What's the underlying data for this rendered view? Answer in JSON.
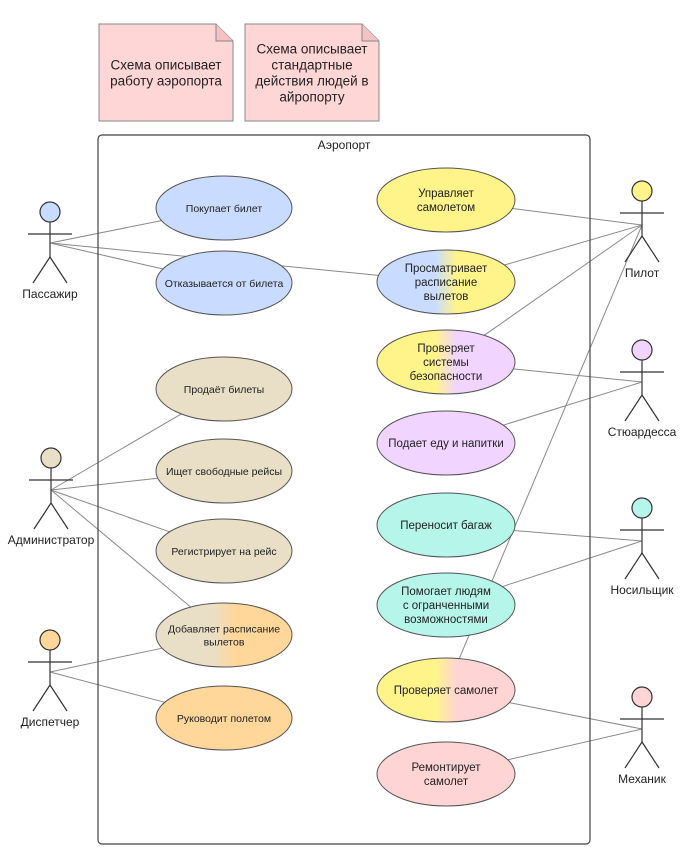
{
  "notes": [
    {
      "id": "note-1",
      "lines": [
        "Схема описывает",
        "работу аэропорта"
      ]
    },
    {
      "id": "note-2",
      "lines": [
        "Схема описывает",
        "стандартные",
        "действия людей в",
        "айропорту"
      ]
    }
  ],
  "system": {
    "title": "Аэропорт"
  },
  "actors": [
    {
      "id": "passenger",
      "label": "Пассажир",
      "color": "#c9dcff"
    },
    {
      "id": "admin",
      "label": "Администратор",
      "color": "#e8dfc6"
    },
    {
      "id": "dispatcher",
      "label": "Диспетчер",
      "color": "#ffd79a"
    },
    {
      "id": "pilot",
      "label": "Пилот",
      "color": "#fff48a"
    },
    {
      "id": "stewardess",
      "label": "Стюардесса",
      "color": "#f1d4ff"
    },
    {
      "id": "porter",
      "label": "Носильщик",
      "color": "#b6f5ea"
    },
    {
      "id": "mechanic",
      "label": "Механик",
      "color": "#ffd4d4"
    }
  ],
  "use_cases": [
    {
      "id": "buys-ticket",
      "lines": [
        "Покупает билет"
      ],
      "fill": [
        "#c9dcff"
      ]
    },
    {
      "id": "refunds-ticket",
      "lines": [
        "Отказывается от билета"
      ],
      "fill": [
        "#c9dcff"
      ]
    },
    {
      "id": "sells-tickets",
      "lines": [
        "Продаёт билеты"
      ],
      "fill": [
        "#e8dfc6"
      ]
    },
    {
      "id": "finds-flights",
      "lines": [
        "Ищет свободные рейсы"
      ],
      "fill": [
        "#e8dfc6"
      ]
    },
    {
      "id": "registers",
      "lines": [
        "Регистрирует на рейс"
      ],
      "fill": [
        "#e8dfc6"
      ]
    },
    {
      "id": "adds-schedule",
      "lines": [
        "Добавляет расписание",
        "вылетов"
      ],
      "fill": [
        "#e8dfc6",
        "#ffd79a"
      ]
    },
    {
      "id": "directs-flight",
      "lines": [
        "Руководит полетом"
      ],
      "fill": [
        "#ffd79a"
      ]
    },
    {
      "id": "flies-plane",
      "lines": [
        "Управляет",
        "самолетом"
      ],
      "fill": [
        "#fff48a"
      ]
    },
    {
      "id": "views-schedule",
      "lines": [
        "Просматривает",
        "расписание",
        "вылетов"
      ],
      "fill": [
        "#c9dcff",
        "#fff48a"
      ]
    },
    {
      "id": "checks-safety",
      "lines": [
        "Проверяет",
        "системы",
        "безопасности"
      ],
      "fill": [
        "#fff48a",
        "#f1d4ff"
      ]
    },
    {
      "id": "serves-food",
      "lines": [
        "Подает еду и напитки"
      ],
      "fill": [
        "#f1d4ff"
      ]
    },
    {
      "id": "carries-luggage",
      "lines": [
        "Переносит багаж"
      ],
      "fill": [
        "#b6f5ea"
      ]
    },
    {
      "id": "helps-disabled",
      "lines": [
        "Помогает людям",
        "с огранченными",
        "возможностями"
      ],
      "fill": [
        "#b6f5ea"
      ]
    },
    {
      "id": "checks-plane",
      "lines": [
        "Проверяет самолет"
      ],
      "fill": [
        "#fff48a",
        "#ffd4d4"
      ]
    },
    {
      "id": "repairs-plane",
      "lines": [
        "Ремонтирует",
        "самолет"
      ],
      "fill": [
        "#ffd4d4"
      ]
    }
  ],
  "associations": [
    [
      "passenger",
      "buys-ticket"
    ],
    [
      "passenger",
      "refunds-ticket"
    ],
    [
      "passenger",
      "views-schedule"
    ],
    [
      "admin",
      "sells-tickets"
    ],
    [
      "admin",
      "finds-flights"
    ],
    [
      "admin",
      "registers"
    ],
    [
      "admin",
      "adds-schedule"
    ],
    [
      "dispatcher",
      "adds-schedule"
    ],
    [
      "dispatcher",
      "directs-flight"
    ],
    [
      "pilot",
      "flies-plane"
    ],
    [
      "pilot",
      "views-schedule"
    ],
    [
      "pilot",
      "checks-safety"
    ],
    [
      "pilot",
      "checks-plane"
    ],
    [
      "stewardess",
      "checks-safety"
    ],
    [
      "stewardess",
      "serves-food"
    ],
    [
      "porter",
      "carries-luggage"
    ],
    [
      "porter",
      "helps-disabled"
    ],
    [
      "mechanic",
      "checks-plane"
    ],
    [
      "mechanic",
      "repairs-plane"
    ]
  ]
}
